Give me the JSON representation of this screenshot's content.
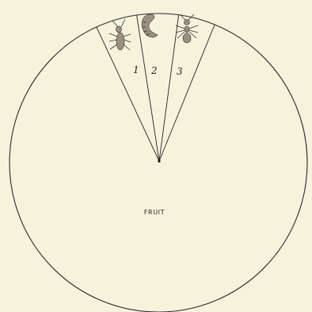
{
  "chart_data": {
    "type": "pie",
    "title": "",
    "categories": [
      "1",
      "2",
      "3",
      "FRUIT"
    ],
    "values": [
      4.5,
      4.5,
      4,
      87
    ],
    "unit": "%",
    "center_label": "FRUIT",
    "slice_labels": [
      "1",
      "2",
      "3"
    ],
    "icons": [
      "beetle-icon",
      "grub-icon",
      "ant-icon"
    ],
    "colors": {
      "background": "#f6f3dc",
      "ink": "#222222"
    }
  }
}
